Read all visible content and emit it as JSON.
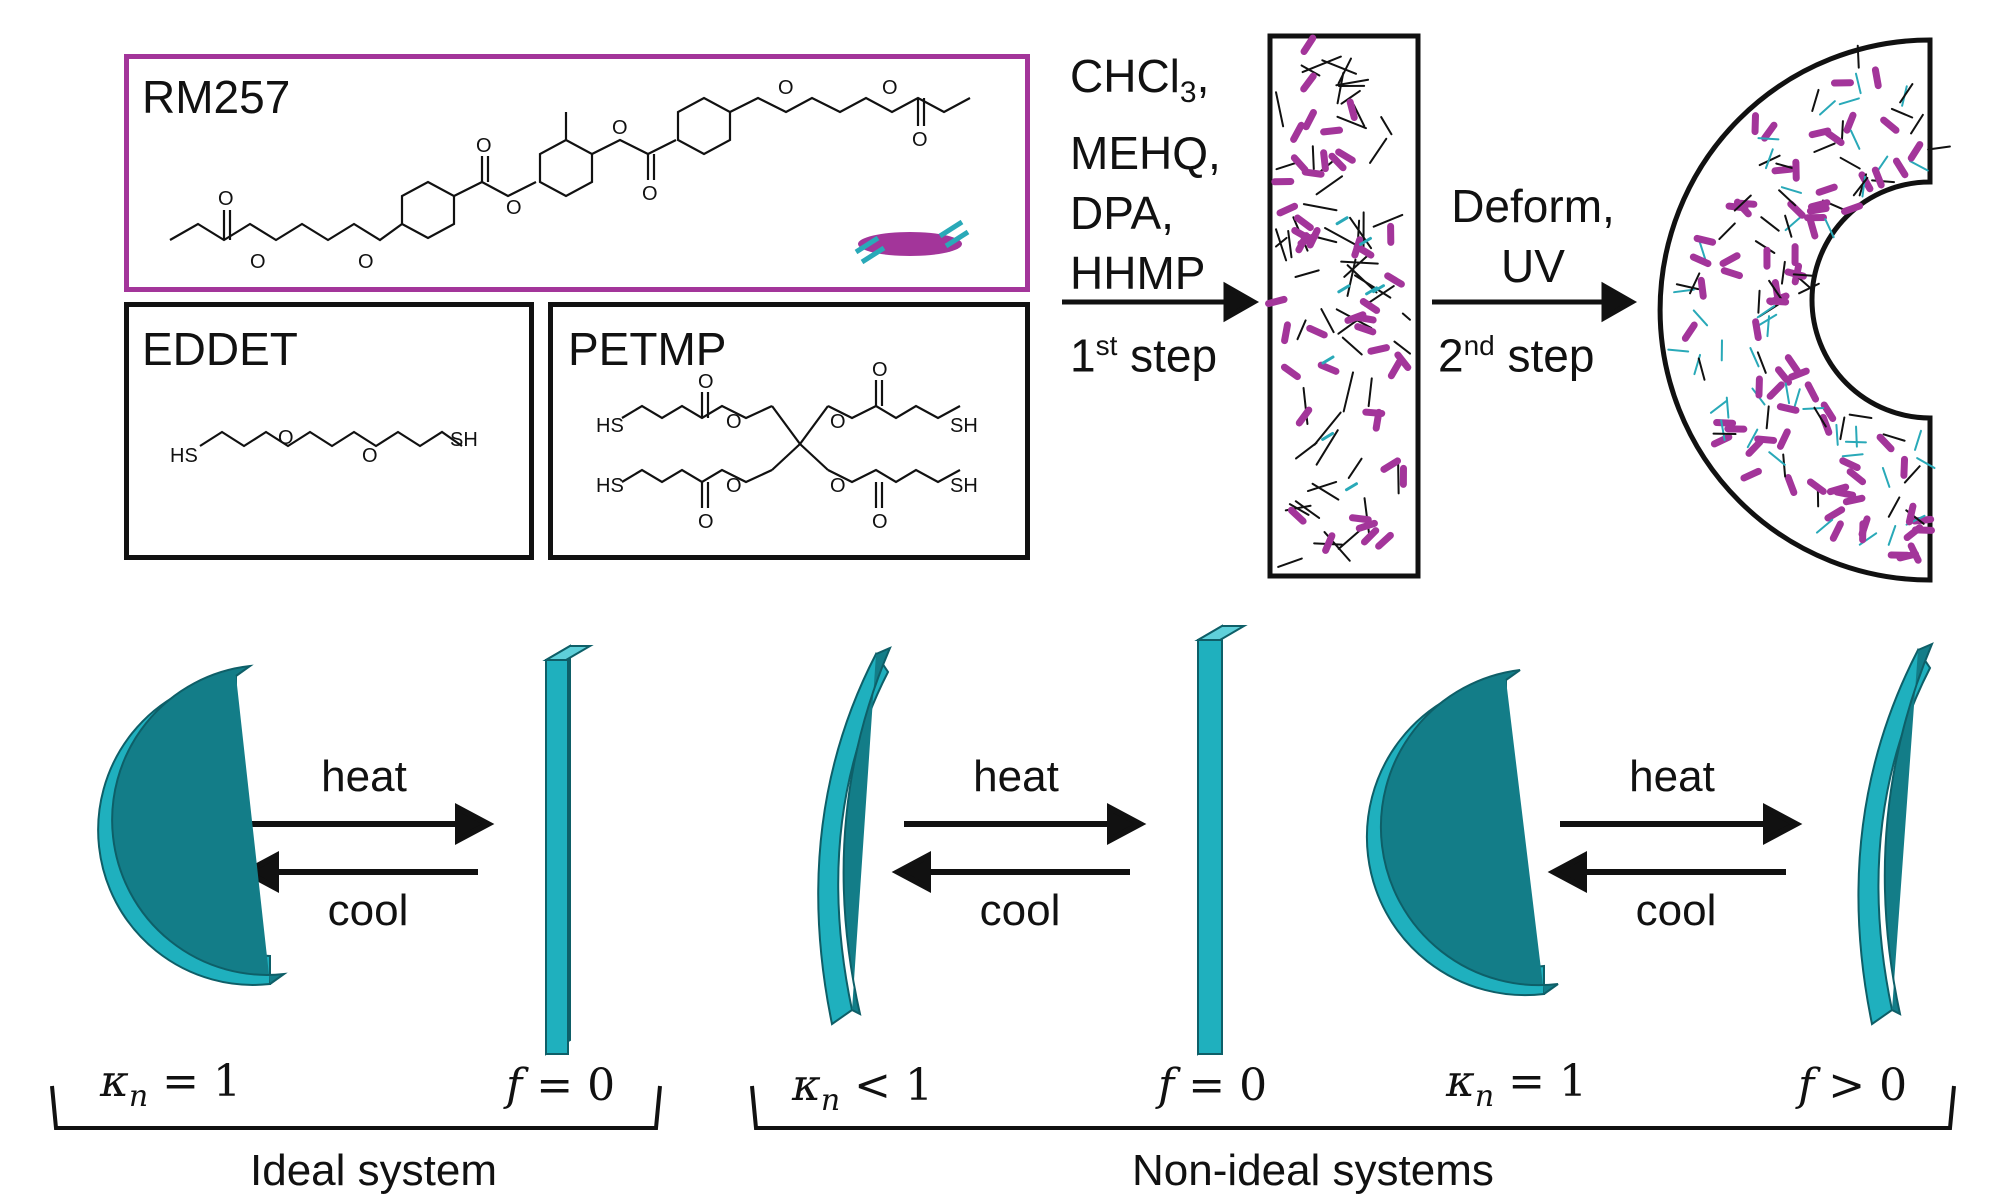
{
  "monomers": {
    "rm257": {
      "name": "RM257",
      "accent": "#a3359a"
    },
    "eddet": {
      "name": "EDDET"
    },
    "petmp": {
      "name": "PETMP"
    }
  },
  "atoms": {
    "O": "O",
    "HS": "HS",
    "SH": "SH"
  },
  "step1": {
    "reagents": [
      "CHCl",
      "MEHQ,",
      "DPA,",
      "HHMP"
    ],
    "sub": "3",
    "comma": ",",
    "label": "1",
    "sup": "st",
    "word": " step"
  },
  "step2": {
    "lines": [
      "Deform,",
      "UV"
    ],
    "label": "2",
    "sup": "nd",
    "word": " step"
  },
  "colors": {
    "mesogen": "#a3359a",
    "thiol": "#29a9b8",
    "film": "#1fb0be",
    "film_dark": "#137d88",
    "ink": "#111111"
  },
  "cycles": [
    {
      "heat": "heat",
      "cool": "cool"
    },
    {
      "heat": "heat",
      "cool": "cool"
    },
    {
      "heat": "heat",
      "cool": "cool"
    }
  ],
  "params": [
    {
      "sym": "κ",
      "sub": "n",
      "rel": " = 1"
    },
    {
      "sym": "f",
      "rel": " = 0"
    },
    {
      "sym": "κ",
      "sub": "n",
      "rel": " < 1"
    },
    {
      "sym": "f",
      "rel": " = 0"
    },
    {
      "sym": "κ",
      "sub": "n",
      "rel": " =  1"
    },
    {
      "sym": "f",
      "rel": " > 0"
    }
  ],
  "groups": {
    "ideal": "Ideal system",
    "nonideal": "Non-ideal systems"
  }
}
